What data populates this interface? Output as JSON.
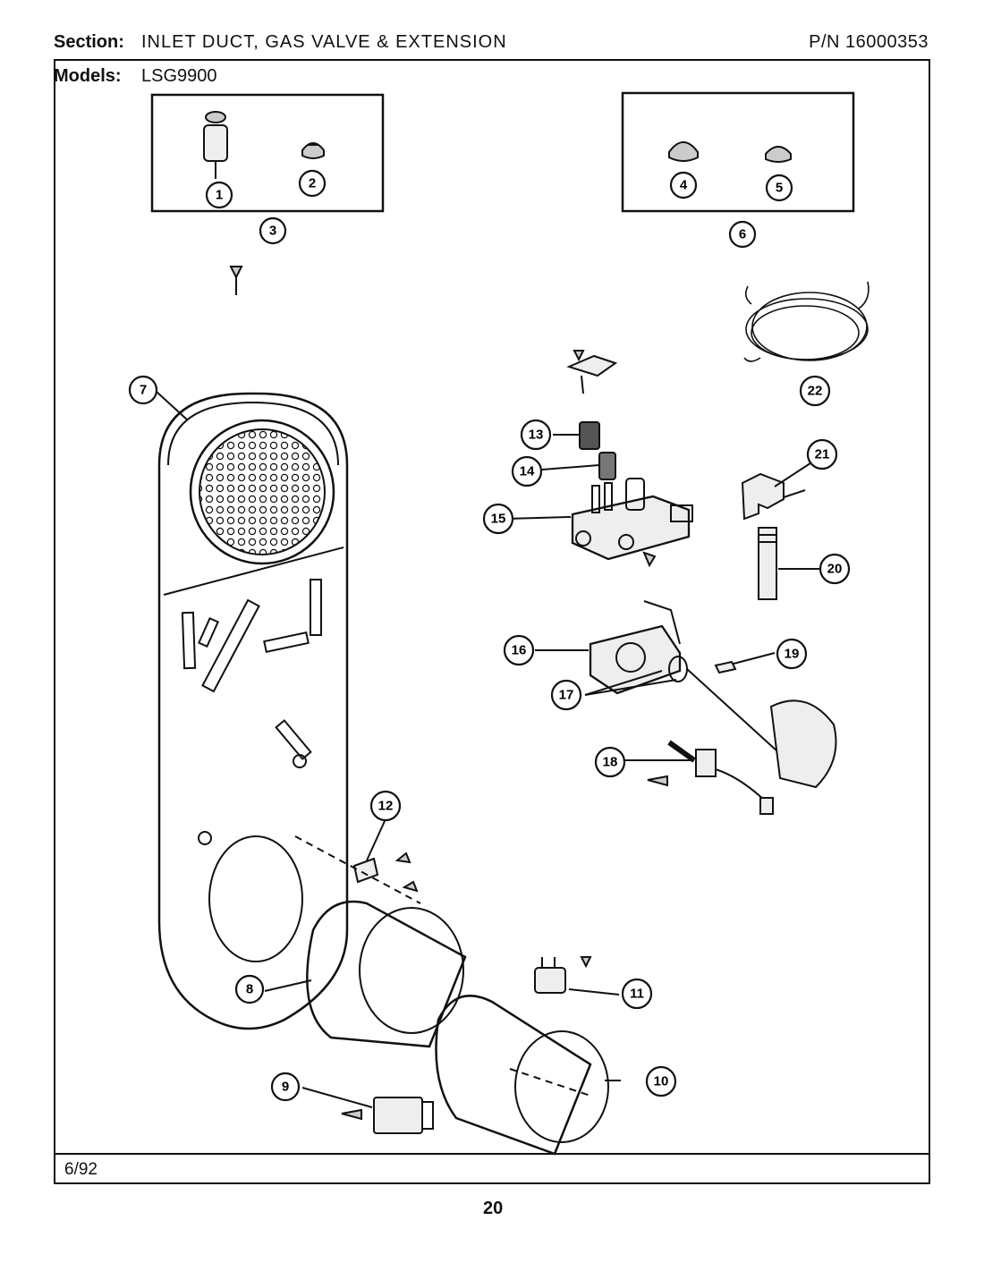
{
  "header": {
    "section_label": "Section:",
    "section_value": "INLET DUCT, GAS VALVE & EXTENSION",
    "part_number": "P/N 16000353",
    "models_label": "Models:",
    "models_value": "LSG9900"
  },
  "footer": {
    "date": "6/92",
    "page_number": "20"
  },
  "callouts": {
    "c1": "1",
    "c2": "2",
    "c3": "3",
    "c4": "4",
    "c5": "5",
    "c6": "6",
    "c7": "7",
    "c8": "8",
    "c9": "9",
    "c10": "10",
    "c11": "11",
    "c12": "12",
    "c13": "13",
    "c14": "14",
    "c15": "15",
    "c16": "16",
    "c17": "17",
    "c18": "18",
    "c19": "19",
    "c20": "20",
    "c21": "21",
    "c22": "22"
  }
}
